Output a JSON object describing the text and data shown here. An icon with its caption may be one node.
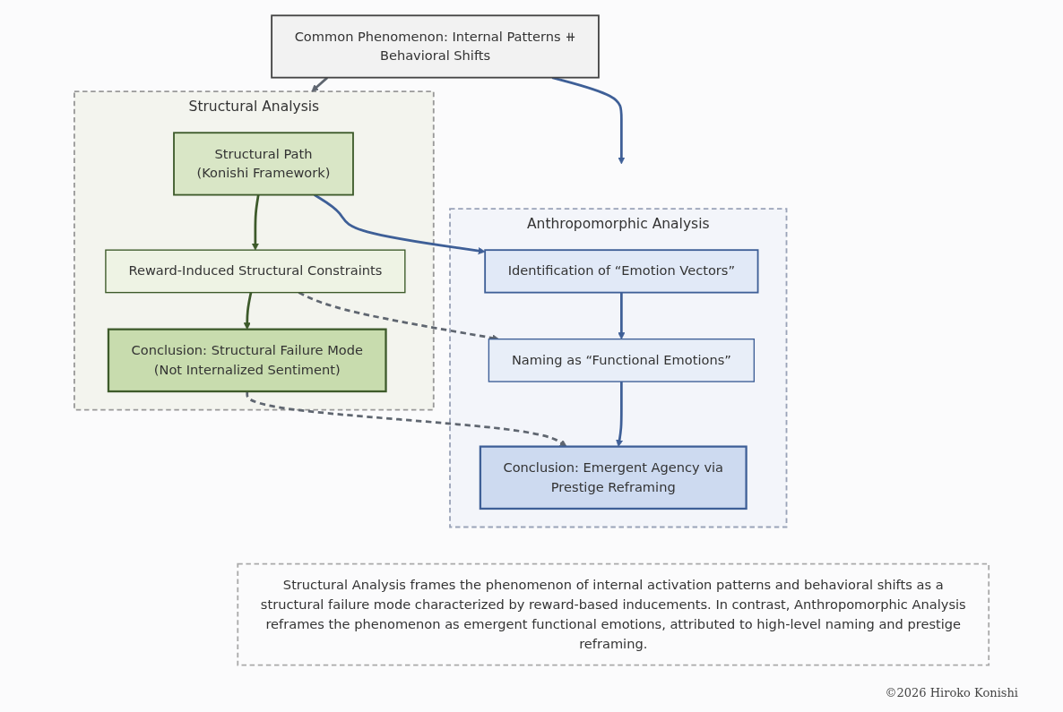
{
  "diagram": {
    "nodes": [
      {
        "text": [
          "Common Phenomenon: Internal Patterns ⧺ Behavioral Shifts"
        ]
      },
      {
        "text": [
          "Structural Analysis"
        ]
      },
      {
        "text": [
          "Structural Path",
          "(Konishi Framework)"
        ],
        "in": 1
      },
      {
        "text": [
          "Reward-Induced Structural Constraints"
        ],
        "in": 1
      },
      {
        "text": [
          "Conclusion: Structural Failure Mode (Not Internalized Sentiment)"
        ],
        "in": 1
      },
      {
        "text": [
          "Anthropomorphic Analysis"
        ]
      },
      {
        "text": [
          "Identification of “Emotion Vectors”"
        ],
        "in": 5
      },
      {
        "text": [
          "Naming as “Functional Emotions”"
        ],
        "in": 5
      },
      {
        "text": [
          "Conclusion: Emergent Agency via Prestige Reframing"
        ],
        "in": 5
      },
      {
        "text": [
          "Structural Analysis frames the phenomenon of internal activation patterns and behavioral shifts as a structural failure mode characterized by reward-based inducements. In contrast, Anthropomorphic Analysis reframes the phenomenon as emergent functional emotions, attributed to high-level naming and prestige reframing."
        ]
      }
    ],
    "edges": [
      {
        "from": 0,
        "to": 1,
        "arrow": "to",
        "color": "#5f6670"
      },
      {
        "from": 0,
        "to": 5,
        "arrow": "to",
        "color": "#3e5f97"
      },
      {
        "from": 2,
        "to": 6,
        "arrow": "to",
        "color": "#3e5f97"
      },
      {
        "from": 2,
        "to": 3,
        "arrow": "to",
        "color": "#3d5a2a"
      },
      {
        "from": 3,
        "to": 7,
        "arrow": "to",
        "style": "dashed",
        "color": "#5f6670"
      },
      {
        "from": 3,
        "to": 4,
        "arrow": "to",
        "color": "#3d5a2a"
      },
      {
        "from": 6,
        "to": 7,
        "arrow": "to",
        "color": "#3e5f97"
      },
      {
        "from": 4,
        "to": 8,
        "arrow": "to",
        "style": "dashed",
        "color": "#5f6670"
      },
      {
        "from": 7,
        "to": 8,
        "arrow": "to",
        "color": "#3e5f97"
      }
    ],
    "labels": [
      "©2026 Hiroko Konishi"
    ]
  }
}
